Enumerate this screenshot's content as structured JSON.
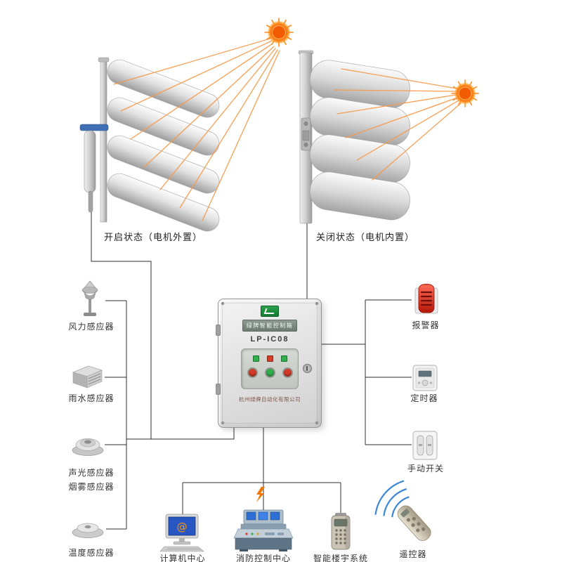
{
  "states": {
    "open": "开启状态（电机外置）",
    "closed": "关闭状态（电机内置）"
  },
  "control_box": {
    "plate": "绿牌智能控制箱",
    "model": "LP-IC08",
    "company": "杭州绿牌自动化有限公司"
  },
  "sensors": [
    {
      "label": "风力感应器"
    },
    {
      "label": "雨水感应器"
    },
    {
      "label": "声光感应器",
      "label2": "烟雾感应器"
    },
    {
      "label": "温度感应器"
    }
  ],
  "devices": [
    {
      "label": "报警器"
    },
    {
      "label": "定时器"
    },
    {
      "label": "手动开关"
    },
    {
      "label": "遥控器"
    }
  ],
  "systems": [
    {
      "label": "计算机中心",
      "screen_glyph": "@"
    },
    {
      "label": "消防控制中心"
    },
    {
      "label": "智能楼宇系统"
    }
  ],
  "colors": {
    "sun_core": "#f15c03",
    "sun_ray": "#f79a4b",
    "wire": "#2f2f2f",
    "alarm_red": "#c9281a",
    "wireless_blue": "#3d87d6",
    "logo_green": "#1d8a3c",
    "spark_orange": "#f07800",
    "screen_blue": "#2857c4"
  }
}
